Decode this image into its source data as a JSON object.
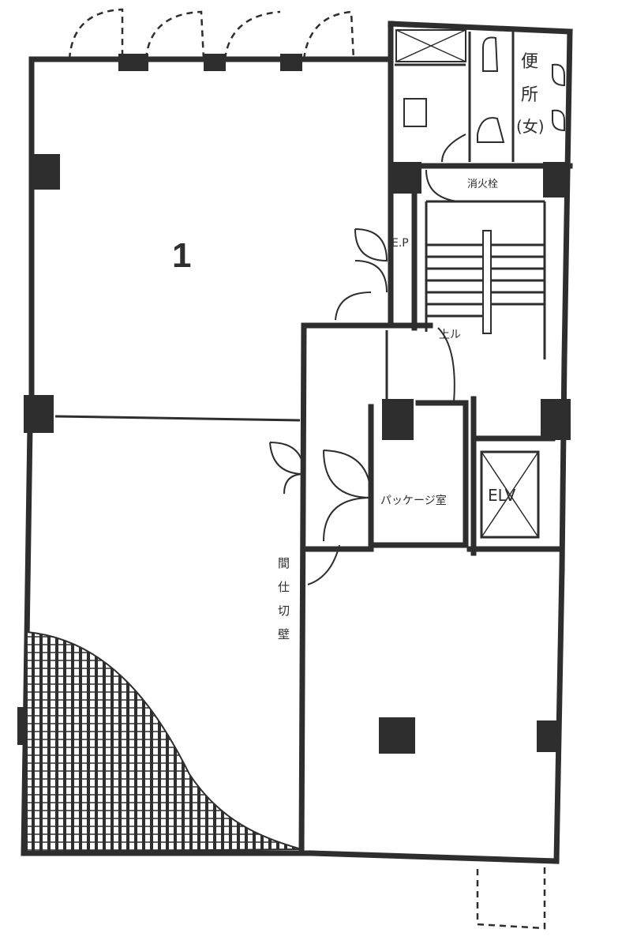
{
  "labels": {
    "unit_number": "1",
    "ep": "E.P",
    "toilet_line1": "便",
    "toilet_line2": "所",
    "toilet_line3": "(女)",
    "fire_hydrant": "消火栓",
    "up": "上ル",
    "package_room": "パッケージ室",
    "elevator": "ELV",
    "partition_1": "間",
    "partition_2": "仕",
    "partition_3": "切",
    "partition_4": "壁"
  }
}
